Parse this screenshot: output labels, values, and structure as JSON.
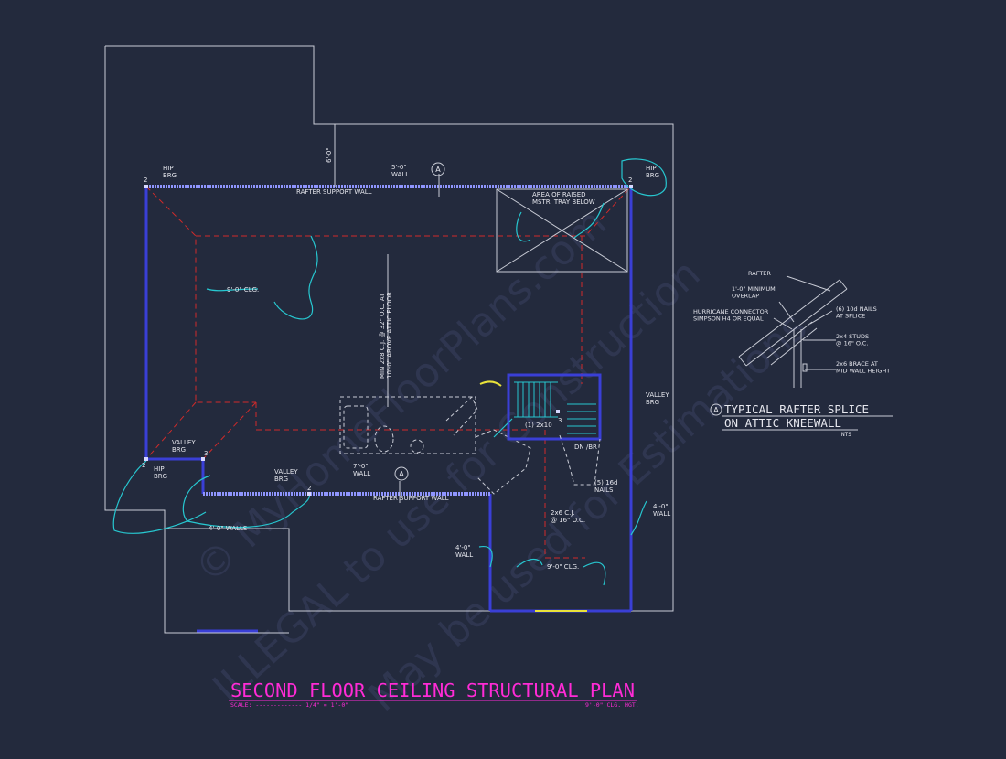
{
  "title": {
    "main": "SECOND FLOOR CEILING STRUCTURAL PLAN",
    "scale": "SCALE: ------------- 1/4\" = 1'-0\"",
    "clg_hgt": "9'-0\" CLG. HGT."
  },
  "watermark": {
    "line1": "© MyHomeFloorPlans.com",
    "line2": "ILLEGAL to use for Construction",
    "line3": "May be used for Estimations"
  },
  "plan_labels": {
    "hip_brg": "HIP\nBRG",
    "wall_5ft": "5'-0\"\nWALL",
    "rafter_support_wall": "RAFTER SUPPORT WALL",
    "dim_6ft": "6'-0\"",
    "raised_tray": "AREA OF RAISED\nMSTR. TRAY BELOW",
    "clg_9ft": "9'-0\" CLG.",
    "cj_note": "MIN 2x8 C.J. @ 32\" O.C. AT\n10'-0\" ABOVE ATTIC FLOOR",
    "valley_brg": "VALLEY\nBRG",
    "wall_7ft": "7'-0\"\nWALL",
    "walls_4ft": "4'-0\" WALLS",
    "wall_4ft": "4'-0\"\nWALL",
    "header_2x10": "(1) 2x10",
    "dn_br": "DN /BR",
    "nails_16d": "(5) 16d\nNAILS",
    "cj_2x6": "2x6 C.J.\n@ 16\" O.C.",
    "section_marker": "A",
    "num_2": "2",
    "num_3": "3"
  },
  "detail": {
    "marker": "A",
    "title_line1": "TYPICAL RAFTER SPLICE",
    "title_line2": "ON ATTIC KNEEWALL",
    "nts": "NTS",
    "rafter": "RAFTER",
    "overlap": "1'-0\" MINIMUM\nOVERLAP",
    "hurricane": "HURRICANE CONNECTOR\nSIMPSON H4 OR EQUAL",
    "nails": "(6) 10d NAILS\nAT SPLICE",
    "studs": "2x4 STUDS\n@ 16\" O.C.",
    "brace": "2x6 BRACE AT\nMID WALL HEIGHT"
  },
  "colors": {
    "background": "#232a3d",
    "outline": "#c9ccd6",
    "wall": "#3a3fd6",
    "hatch": "#8f95ff",
    "hidden_line": "#d02a2a",
    "callout": "#27c7d0",
    "title": "#ff2bd6",
    "text": "#e6e7ee",
    "accent_yellow": "#e9e23a"
  }
}
